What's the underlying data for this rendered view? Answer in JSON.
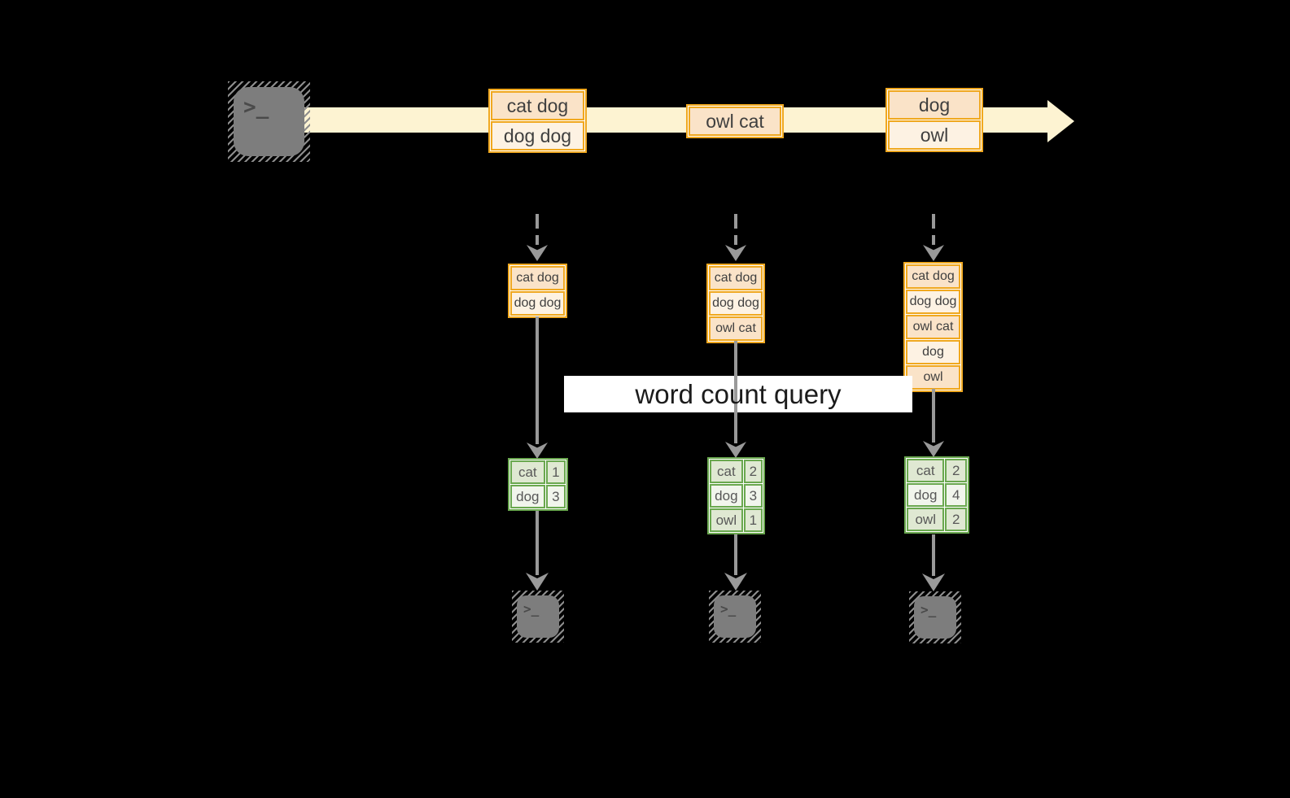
{
  "banner": {
    "label": "word count query"
  },
  "stream": {
    "messages": [
      {
        "lines": [
          "cat dog",
          "dog dog"
        ]
      },
      {
        "lines": [
          "owl cat"
        ]
      },
      {
        "lines": [
          "dog",
          "owl"
        ]
      }
    ]
  },
  "buffers": [
    {
      "items": [
        "cat dog",
        "dog dog"
      ]
    },
    {
      "items": [
        "cat dog",
        "dog dog",
        "owl cat"
      ]
    },
    {
      "items": [
        "cat dog",
        "dog dog",
        "owl cat",
        "dog",
        "owl"
      ]
    }
  ],
  "count_tables": [
    {
      "rows": [
        [
          "cat",
          "1"
        ],
        [
          "dog",
          "3"
        ]
      ]
    },
    {
      "rows": [
        [
          "cat",
          "2"
        ],
        [
          "dog",
          "3"
        ],
        [
          "owl",
          "1"
        ]
      ]
    },
    {
      "rows": [
        [
          "cat",
          "2"
        ],
        [
          "dog",
          "4"
        ],
        [
          "owl",
          "2"
        ]
      ]
    }
  ],
  "terminal": {
    "glyph": ">_"
  },
  "colors": {
    "background": "#000000",
    "stream_band": "#fdf3d2",
    "orange_border": "#f0a81f",
    "peach_fill": "#fae3c8",
    "cream_fill": "#fdf2e3",
    "green_border": "#6aa84f",
    "green_fill_dark": "#dfe8d2",
    "green_fill_light": "#f1f5ec",
    "arrow_gray": "#999999",
    "terminal_gray": "#7d7d7d",
    "banner_bg": "#ffffff",
    "text_dark": "#3f3f3f"
  }
}
